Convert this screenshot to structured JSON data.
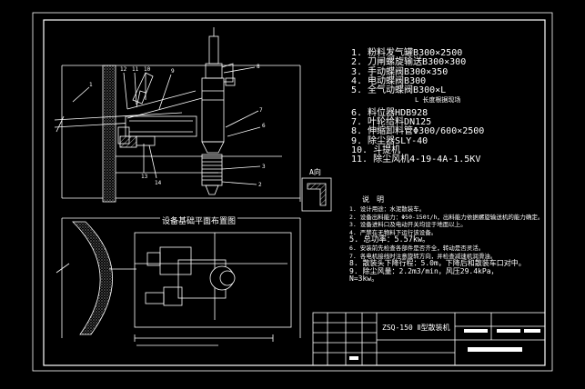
{
  "parts_list": [
    "1.  粉料发气罐B300×2500",
    "2.  刀闸螺旋输送B300×300",
    "3.  手动蝶阀B300×350",
    "4.  电动蝶阀B300",
    "5.  全气动蝶阀B300×L",
    "L 长度根据现场",
    "6.  料位器HDB928",
    "7.  叶轮给料DN125",
    "8.  伸缩卸料管Φ300/600×2500",
    "9.  除尘器SLY-40",
    "10. 斗提机",
    "11. 除尘风机4-19-4A-1.5KV"
  ],
  "detail_label": "A向",
  "plan_title": "设备基础平面布置图",
  "notes_heading": "说　明",
  "notes": [
    "1. 设计用途：水泥散装车。",
    "2. 设备出料能力：Φ50-150t/h，出料能力依据螺旋输送机的能力确定。",
    "3. 设备进料口及电动开关均设于地面以上。",
    "4. 严禁在无物料下运行该设备。",
    "5. 总功率：5.57kw。",
    "6. 安装前先检查各部件是否齐全，转动是否灵活。",
    "7. 各电机接线时注意旋转方向，并检查减速机润滑油。",
    "8. 散装头下降行程：5.0m，下降后和散装车口对中。",
    "9. 除尘风量：2.2m3/min，风压29.4kPa，",
    "   N=3kw。"
  ],
  "title_block": {
    "drawing_title": "ZSQ-150 Ⅱ型散装机"
  },
  "colors": {
    "line": "#ffffff",
    "background": "#000000",
    "hatch": "#bdbdbd"
  }
}
